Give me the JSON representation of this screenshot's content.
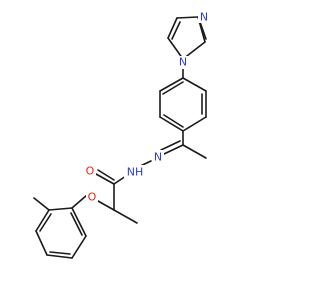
{
  "molecule": {
    "atoms": {
      "n_imid_attach": {
        "symbol": "N",
        "color": "#2f3bd6"
      },
      "n_imid_top": {
        "symbol": "N",
        "color": "#2f3bd6"
      },
      "n_hydrazone_1": {
        "symbol": "N",
        "color": "#2f3bd6"
      },
      "n_hydrazone_2": {
        "symbol": "NH",
        "color": "#2f3bd6"
      },
      "o_carbonyl": {
        "symbol": "O",
        "color": "#e0261b"
      },
      "o_ether": {
        "symbol": "O",
        "color": "#e0261b"
      }
    }
  }
}
